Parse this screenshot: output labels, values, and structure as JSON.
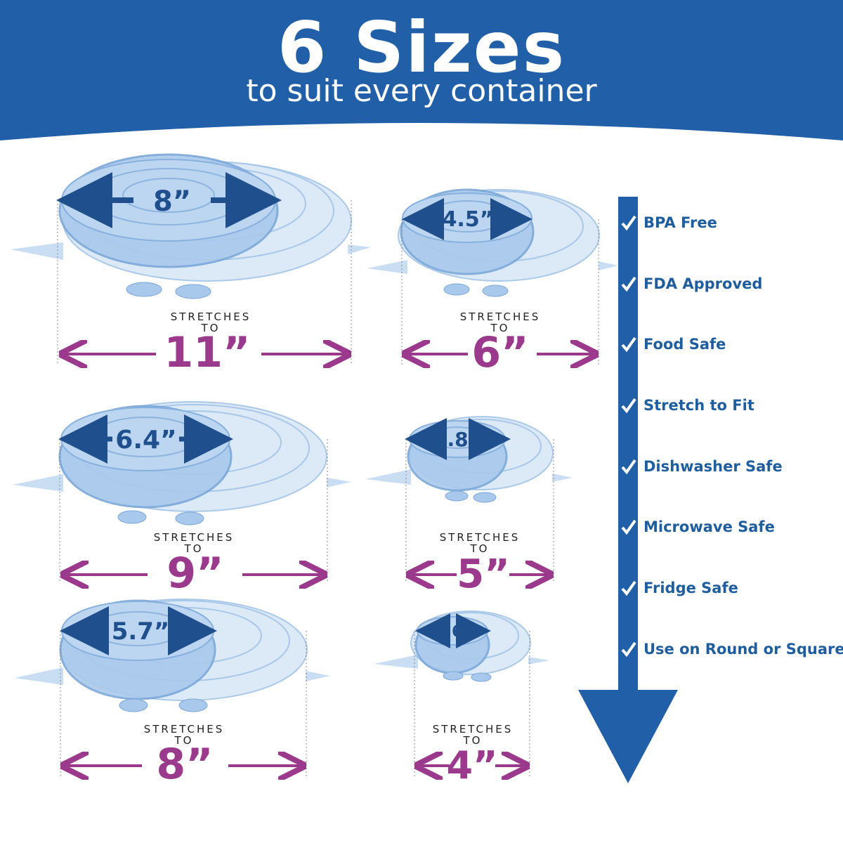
{
  "banner": {
    "title": "6  Sizes",
    "subtitle": "to suit every container",
    "color": "#2160a8"
  },
  "lids": [
    {
      "size": "8”",
      "stretch_line1": "STRETCHES",
      "stretch_line2": "TO",
      "stretch_size": "11”"
    },
    {
      "size": "4.5”",
      "stretch_line1": "STRETCHES",
      "stretch_line2": "TO",
      "stretch_size": "6”"
    },
    {
      "size": "6.4”",
      "stretch_line1": "STRETCHES",
      "stretch_line2": "TO",
      "stretch_size": "9”"
    },
    {
      "size": "3.8”",
      "stretch_line1": "STRETCHES",
      "stretch_line2": "TO",
      "stretch_size": "5”"
    },
    {
      "size": "5.7”",
      "stretch_line1": "STRETCHES",
      "stretch_line2": "TO",
      "stretch_size": "8”"
    },
    {
      "size": "2.6”",
      "stretch_line1": "STRETCHES",
      "stretch_line2": "TO",
      "stretch_size": "4”"
    }
  ],
  "features": [
    "BPA Free",
    "FDA Approved",
    "Food Safe",
    "Stretch to Fit",
    "Dishwasher Safe",
    "Microwave Safe",
    "Fridge Safe",
    "Use on Round or Square"
  ],
  "colors": {
    "accent_blue": "#2160a8",
    "lid_blue": "#8fb8e6",
    "dimension_blue": "#1f4f8c",
    "stretch_purple": "#9b3a8c",
    "feature_text": "#1f5e9e"
  },
  "icons": {
    "check": "check-icon",
    "arrow": "down-arrow-icon"
  }
}
